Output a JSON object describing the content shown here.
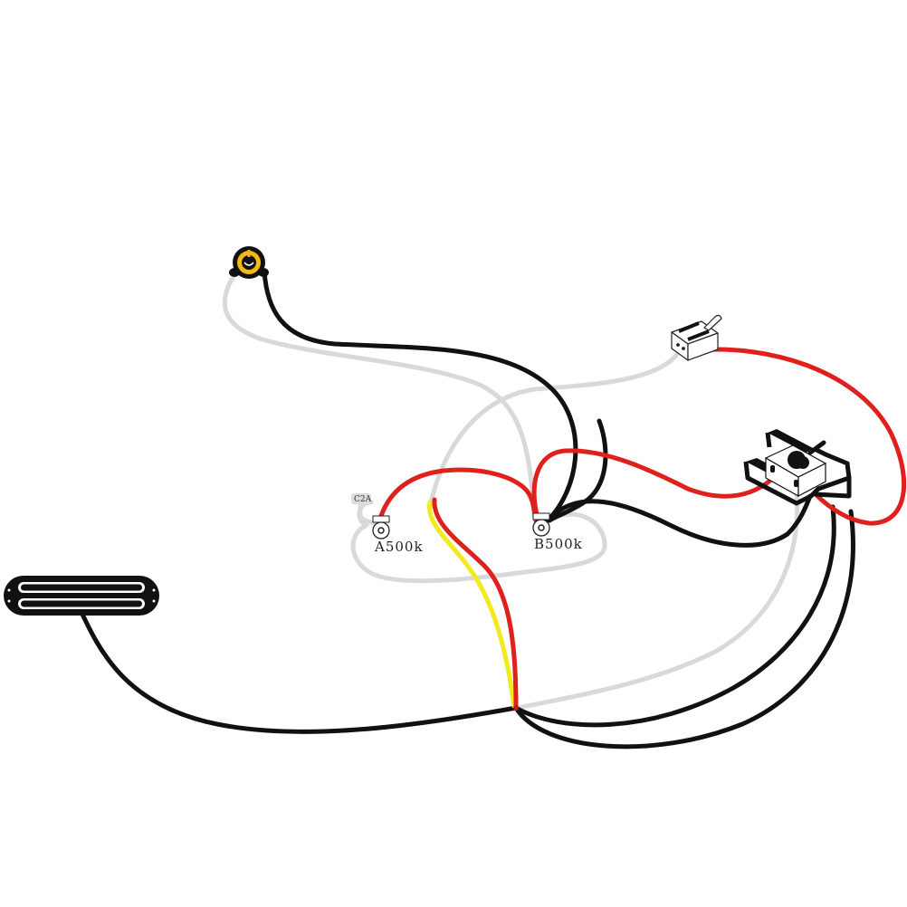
{
  "diagram": {
    "type": "guitar-wiring-diagram",
    "colors": {
      "black_wire": "#111111",
      "white_wire": "#d9d9d9",
      "red_wire": "#e0201c",
      "yellow_wire": "#f2ea1c",
      "jack_accent": "#f2b817",
      "background": "#ffffff"
    },
    "components": {
      "output_jack": {
        "name": "output-jack-icon",
        "label": ""
      },
      "toggle_switch": {
        "name": "mini-toggle-switch-icon",
        "label": ""
      },
      "selector_switch": {
        "name": "3-way-selector-switch-icon",
        "label": ""
      },
      "pot_volume": {
        "name": "volume-pot",
        "label": "A500k"
      },
      "pot_tone": {
        "name": "tone-pot",
        "label": "B500k"
      },
      "capacitor": {
        "name": "tone-capacitor",
        "label": "C2A"
      },
      "pickup": {
        "name": "dual-rail-humbucker-pickup-icon",
        "label": ""
      }
    }
  }
}
